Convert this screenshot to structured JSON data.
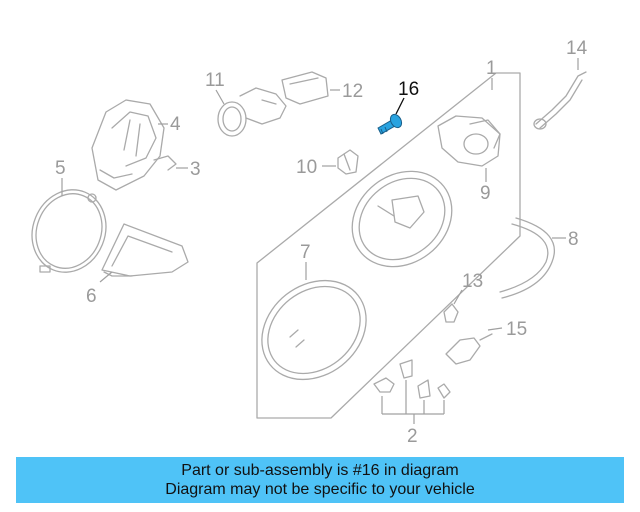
{
  "callouts": {
    "c1": "1",
    "c2": "2",
    "c3": "3",
    "c4": "4",
    "c5": "5",
    "c6": "6",
    "c7": "7",
    "c8": "8",
    "c9": "9",
    "c10": "10",
    "c11": "11",
    "c12": "12",
    "c13": "13",
    "c14": "14",
    "c15": "15",
    "c16": "16"
  },
  "highlighted_part": "16",
  "colors": {
    "banner_background": "#4FC3F7",
    "line_art": "#aaaaaa",
    "highlight_part": "#29a3e0",
    "highlight_label": "#111111"
  },
  "banner": {
    "line1": "Part or sub-assembly is #16 in diagram",
    "line2": "Diagram may not be specific to your vehicle"
  }
}
